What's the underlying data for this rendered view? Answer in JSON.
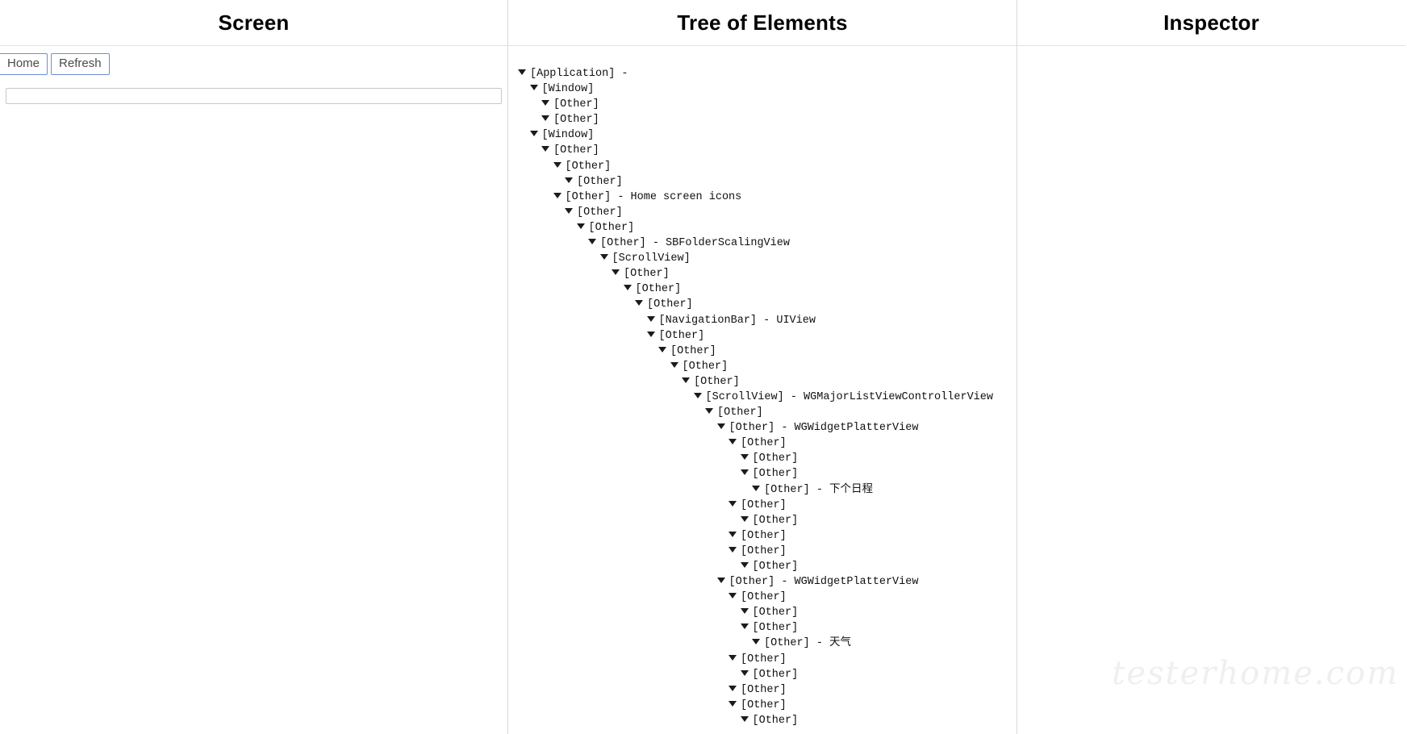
{
  "panels": {
    "screen": {
      "title": "Screen"
    },
    "tree": {
      "title": "Tree of Elements"
    },
    "inspector": {
      "title": "Inspector"
    }
  },
  "toolbar": {
    "home_label": "Home",
    "refresh_label": "Refresh"
  },
  "address_bar": {
    "value": "",
    "placeholder": ""
  },
  "watermark": {
    "text": "testerhome.com"
  },
  "tree": {
    "nodes": [
      {
        "depth": 0,
        "type": "[Application]",
        "sep": "-",
        "label": ""
      },
      {
        "depth": 1,
        "type": "[Window]",
        "sep": "",
        "label": ""
      },
      {
        "depth": 2,
        "type": "[Other]",
        "sep": "",
        "label": ""
      },
      {
        "depth": 2,
        "type": "[Other]",
        "sep": "",
        "label": ""
      },
      {
        "depth": 1,
        "type": "[Window]",
        "sep": "",
        "label": ""
      },
      {
        "depth": 2,
        "type": "[Other]",
        "sep": "",
        "label": ""
      },
      {
        "depth": 3,
        "type": "[Other]",
        "sep": "",
        "label": ""
      },
      {
        "depth": 4,
        "type": "[Other]",
        "sep": "",
        "label": ""
      },
      {
        "depth": 3,
        "type": "[Other]",
        "sep": "-",
        "label": "Home screen icons"
      },
      {
        "depth": 4,
        "type": "[Other]",
        "sep": "",
        "label": ""
      },
      {
        "depth": 5,
        "type": "[Other]",
        "sep": "",
        "label": ""
      },
      {
        "depth": 6,
        "type": "[Other]",
        "sep": "-",
        "label": "SBFolderScalingView"
      },
      {
        "depth": 7,
        "type": "[ScrollView]",
        "sep": "",
        "label": ""
      },
      {
        "depth": 8,
        "type": "[Other]",
        "sep": "",
        "label": ""
      },
      {
        "depth": 9,
        "type": "[Other]",
        "sep": "",
        "label": ""
      },
      {
        "depth": 10,
        "type": "[Other]",
        "sep": "",
        "label": ""
      },
      {
        "depth": 11,
        "type": "[NavigationBar]",
        "sep": "-",
        "label": "UIView"
      },
      {
        "depth": 11,
        "type": "[Other]",
        "sep": "",
        "label": ""
      },
      {
        "depth": 12,
        "type": "[Other]",
        "sep": "",
        "label": ""
      },
      {
        "depth": 13,
        "type": "[Other]",
        "sep": "",
        "label": ""
      },
      {
        "depth": 14,
        "type": "[Other]",
        "sep": "",
        "label": ""
      },
      {
        "depth": 15,
        "type": "[ScrollView]",
        "sep": "-",
        "label": "WGMajorListViewControllerView"
      },
      {
        "depth": 16,
        "type": "[Other]",
        "sep": "",
        "label": ""
      },
      {
        "depth": 17,
        "type": "[Other]",
        "sep": "-",
        "label": "WGWidgetPlatterView"
      },
      {
        "depth": 18,
        "type": "[Other]",
        "sep": "",
        "label": ""
      },
      {
        "depth": 19,
        "type": "[Other]",
        "sep": "",
        "label": ""
      },
      {
        "depth": 19,
        "type": "[Other]",
        "sep": "",
        "label": ""
      },
      {
        "depth": 20,
        "type": "[Other]",
        "sep": "-",
        "label": "下个日程"
      },
      {
        "depth": 18,
        "type": "[Other]",
        "sep": "",
        "label": ""
      },
      {
        "depth": 19,
        "type": "[Other]",
        "sep": "",
        "label": ""
      },
      {
        "depth": 18,
        "type": "[Other]",
        "sep": "",
        "label": ""
      },
      {
        "depth": 18,
        "type": "[Other]",
        "sep": "",
        "label": ""
      },
      {
        "depth": 19,
        "type": "[Other]",
        "sep": "",
        "label": ""
      },
      {
        "depth": 17,
        "type": "[Other]",
        "sep": "-",
        "label": "WGWidgetPlatterView"
      },
      {
        "depth": 18,
        "type": "[Other]",
        "sep": "",
        "label": ""
      },
      {
        "depth": 19,
        "type": "[Other]",
        "sep": "",
        "label": ""
      },
      {
        "depth": 19,
        "type": "[Other]",
        "sep": "",
        "label": ""
      },
      {
        "depth": 20,
        "type": "[Other]",
        "sep": "-",
        "label": "天气"
      },
      {
        "depth": 18,
        "type": "[Other]",
        "sep": "",
        "label": ""
      },
      {
        "depth": 19,
        "type": "[Other]",
        "sep": "",
        "label": ""
      },
      {
        "depth": 18,
        "type": "[Other]",
        "sep": "",
        "label": ""
      },
      {
        "depth": 18,
        "type": "[Other]",
        "sep": "",
        "label": ""
      },
      {
        "depth": 19,
        "type": "[Other]",
        "sep": "",
        "label": ""
      }
    ]
  }
}
